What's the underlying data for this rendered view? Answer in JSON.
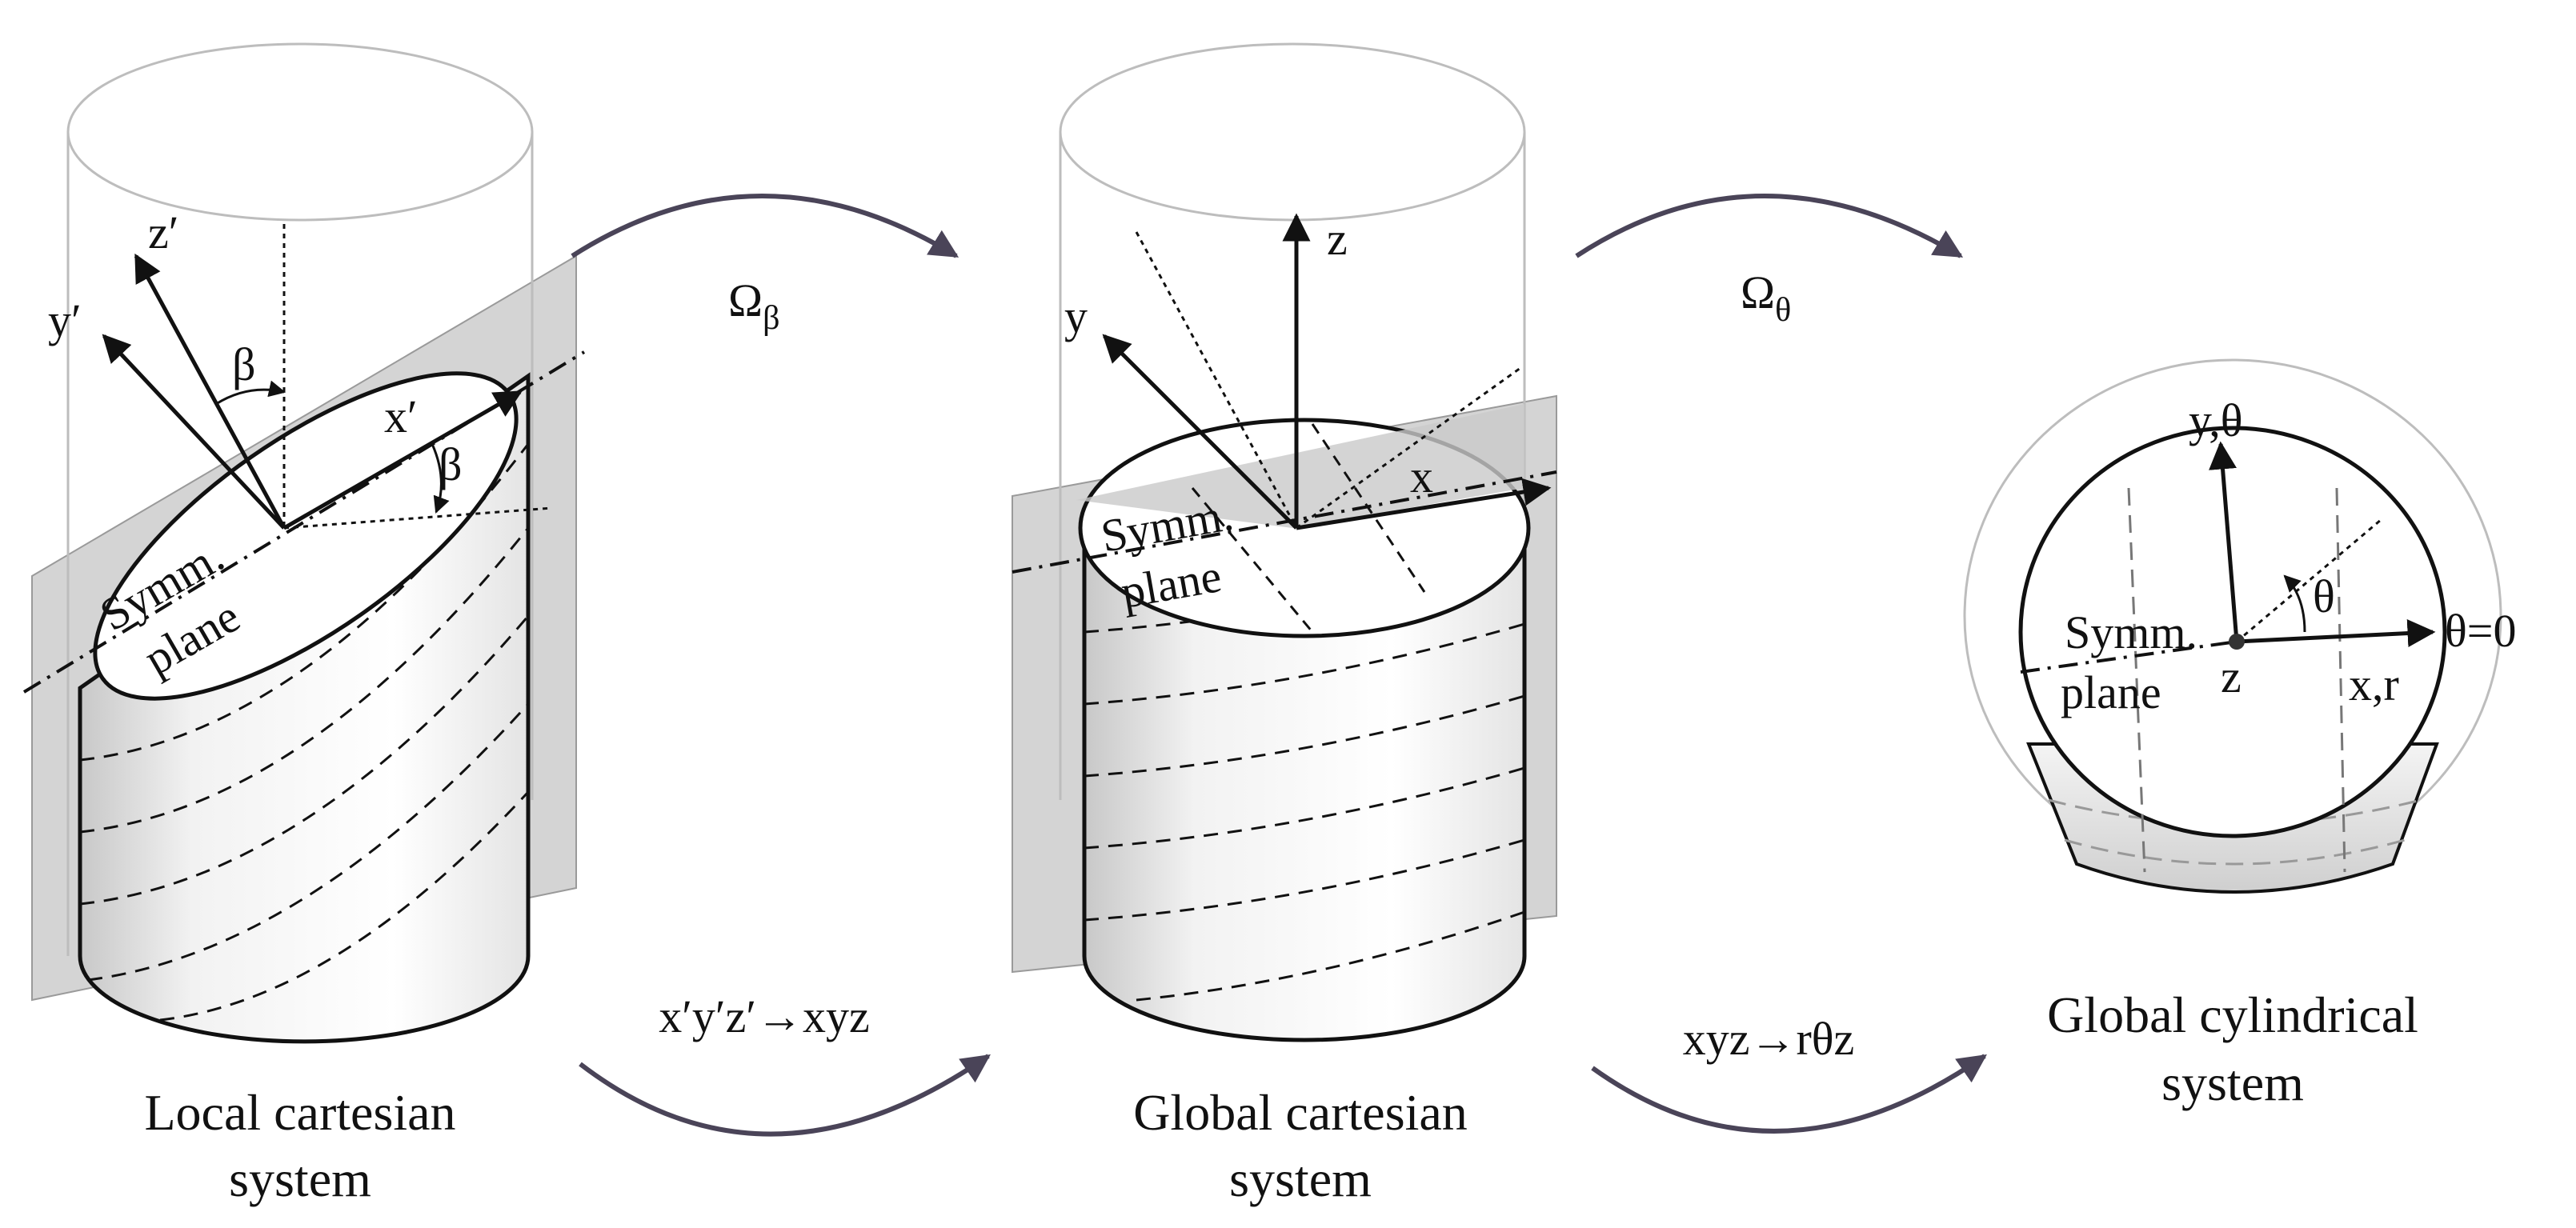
{
  "panels": {
    "local": {
      "caption_line1": "Local cartesian",
      "caption_line2": "system",
      "axis_x": "x′",
      "axis_y": "y′",
      "axis_z": "z′",
      "angle_1": "β",
      "angle_2": "β",
      "plane_line1": "Symm.",
      "plane_line2": "plane"
    },
    "global": {
      "caption_line1": "Global cartesian",
      "caption_line2": "system",
      "axis_x": "x",
      "axis_y": "y",
      "axis_z": "z",
      "plane_line1": "Symm.",
      "plane_line2": "plane"
    },
    "cylindrical": {
      "caption_line1": "Global cylindrical",
      "caption_line2": "system",
      "axis_y": "y,θ",
      "axis_x": "x,r",
      "axis_z": "z",
      "angle": "θ",
      "zero": "θ=0",
      "plane_line1": "Symm.",
      "plane_line2": "plane"
    }
  },
  "transforms": {
    "first": {
      "omega": "Ω",
      "omega_sub": "β",
      "mapping": "x′y′z′→xyz"
    },
    "second": {
      "omega": "Ω",
      "omega_sub": "θ",
      "mapping": "xyz→rθz"
    }
  },
  "colors": {
    "ink": "#111111",
    "ghost_outline": "#bdbdbd",
    "plane_fill": "#d4d4d4",
    "arrow": "#4a4458"
  }
}
